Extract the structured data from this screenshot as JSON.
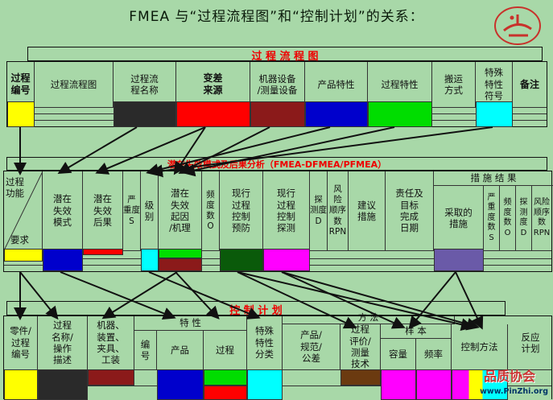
{
  "title": "FMEA 与“过程流程图”和“控制计划”的关系：",
  "logo": {
    "icon": "seal-logo-icon",
    "color": "#c8322b"
  },
  "flow": {
    "header": "过 程 流 程 图",
    "cols": [
      "过程\n编号",
      "过程流程图",
      "过程流\n程名称",
      "变差\n来源",
      "机器设备\n/测量设备",
      "产品特性",
      "过程特性",
      "搬运\n方式",
      "特殊\n特性\n符号",
      "备注"
    ]
  },
  "fmea": {
    "header": "潜在失效模式及后果分析（FMEA-DFMEA/PFMEA）",
    "col0_top": "过程\n功能",
    "col0_bottom": "要求",
    "cols": [
      "潜在\n失效\n模式",
      "潜在\n失效\n后果",
      "严\n重度\nS",
      "级\n别",
      "潜在\n失效\n起因\n/机理",
      "频\n度\n数\nO",
      "现行\n过程\n控制\n预防",
      "现行\n过程\n控制\n探测",
      "探\n测度\nD",
      "风\n险\n顺序\n数\nRPN",
      "建议\n措施",
      "责任及\n目标\n完成\n日期"
    ],
    "result_header": "措 施 结 果",
    "result_cols": [
      "采取的\n措施",
      "严\n重度\n数\nS",
      "频\n度\n数\nO",
      "探\n测度\nD",
      "风险\n顺序\n数\nRPN"
    ]
  },
  "control": {
    "header": "控 制 计 划",
    "cols": [
      "零件/\n过程\n编号",
      "过程\n名称/\n操作\n描述",
      "机器、\n装置、\n夹具、\n工装",
      "编\n号",
      "产品",
      "过程",
      "特殊\n特性\n分类",
      "产品/\n规范/\n公差",
      "过程\n评价/\n测量\n技术",
      "容量",
      "频率",
      "控制方法",
      "反应\n计划"
    ],
    "group_characteristics": "特 性",
    "group_method": "方 法",
    "group_sample": "样 本"
  },
  "watermark": {
    "brand": "品质协会",
    "url": "www.PinZhi.org"
  }
}
